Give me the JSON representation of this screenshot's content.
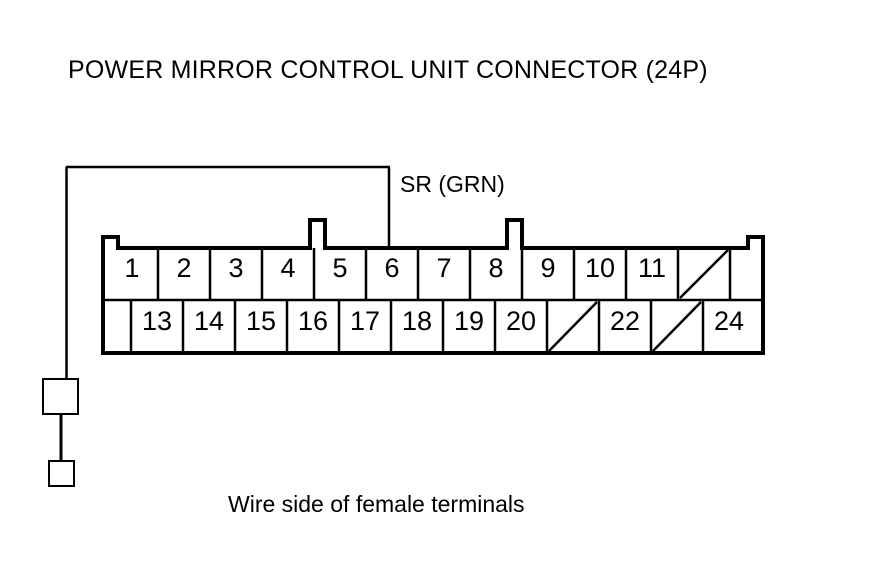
{
  "title": "POWER MIRROR CONTROL UNIT CONNECTOR (24P)",
  "caption": "Wire side of female terminals",
  "wire_label": "SR (GRN)",
  "colors": {
    "ink": "#000000",
    "background": "#ffffff"
  },
  "connector": {
    "type": "24P",
    "rows": [
      {
        "name": "top-row",
        "cells": [
          {
            "label": "1",
            "state": "numbered"
          },
          {
            "label": "2",
            "state": "numbered"
          },
          {
            "label": "3",
            "state": "numbered"
          },
          {
            "label": "4",
            "state": "numbered"
          },
          {
            "label": "5",
            "state": "numbered"
          },
          {
            "label": "6",
            "state": "numbered"
          },
          {
            "label": "7",
            "state": "numbered"
          },
          {
            "label": "8",
            "state": "numbered"
          },
          {
            "label": "9",
            "state": "numbered"
          },
          {
            "label": "10",
            "state": "numbered"
          },
          {
            "label": "11",
            "state": "numbered"
          },
          {
            "label": "",
            "state": "blocked"
          }
        ]
      },
      {
        "name": "bottom-row",
        "cells": [
          {
            "label": "13",
            "state": "numbered"
          },
          {
            "label": "14",
            "state": "numbered"
          },
          {
            "label": "15",
            "state": "numbered"
          },
          {
            "label": "16",
            "state": "numbered"
          },
          {
            "label": "17",
            "state": "numbered"
          },
          {
            "label": "18",
            "state": "numbered"
          },
          {
            "label": "19",
            "state": "numbered"
          },
          {
            "label": "20",
            "state": "numbered"
          },
          {
            "label": "",
            "state": "blocked"
          },
          {
            "label": "22",
            "state": "numbered"
          },
          {
            "label": "",
            "state": "blocked"
          },
          {
            "label": "24",
            "state": "numbered"
          }
        ]
      }
    ]
  }
}
